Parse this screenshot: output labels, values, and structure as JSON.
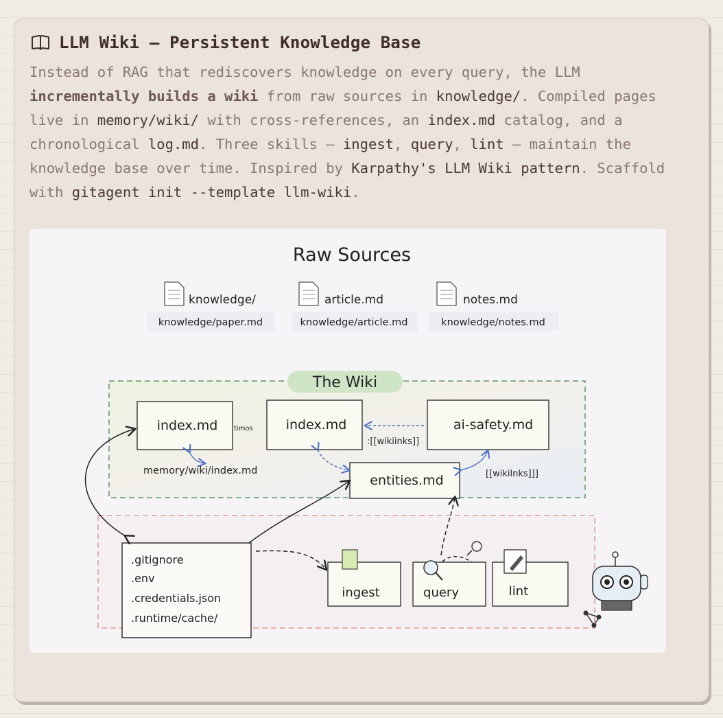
{
  "card": {
    "title": "LLM Wiki — Persistent Knowledge Base",
    "icon": "book-icon",
    "description": {
      "t1": "Instead of RAG that rediscovers knowledge on every query, the LLM ",
      "b1": "incrementally builds a wiki",
      "t2": " from raw sources in ",
      "c1": "knowledge/",
      "t3": ". Compiled pages live in ",
      "c2": "memory/wiki/",
      "t4": " with cross-references, an ",
      "c3": "index.md",
      "t5": " catalog, and a chronological ",
      "c4": "log.md",
      "t6": ". Three skills — ",
      "c5": "ingest",
      "t7": ", ",
      "c6": "query",
      "t8": ", ",
      "c7": "lint",
      "t9": " — maintain the knowledge base over time. Inspired by ",
      "l1": "Karpathy's LLM Wiki pattern",
      "t10": ". Scaffold with ",
      "c8": "gitagent init --template llm-wiki",
      "t11": "."
    }
  },
  "diagram": {
    "title": "Raw Sources",
    "sources": [
      {
        "name": "knowledge/",
        "path": "knowledge/paper.md",
        "icon": "document-icon"
      },
      {
        "name": "article.md",
        "path": "knowledge/article.md",
        "icon": "document-icon"
      },
      {
        "name": "notes.md",
        "path": "knowledge/notes.md",
        "icon": "document-icon"
      }
    ],
    "wiki_label": "The Wiki",
    "pages": {
      "index_left": "index.md",
      "index_mid": "index.md",
      "ai_safety": "ai-safety.md",
      "entities": "entities.md"
    },
    "small_labels": {
      "timos": "timos",
      "wikilinks_mid": ":[[wikiinks]]",
      "wikilinks_right": "[[wikilnks]]]",
      "memory_path": "memory/wiki/index.md"
    },
    "ignored_files": [
      ".gitignore",
      ".env",
      ".credentials.json",
      ".runtime/cache/"
    ],
    "skills": [
      {
        "label": "ingest",
        "icon": "document-icon"
      },
      {
        "label": "query",
        "icon": "magnifier-icon"
      },
      {
        "label": "lint",
        "icon": "pencil-icon"
      }
    ],
    "robot_icon": "robot-icon",
    "colors": {
      "wiki_border": "#3d8a4a",
      "wiki_pill": "#cfe6c6",
      "private_border": "#d98a80",
      "link_arrow": "#4a6fc8",
      "link_text": "#5a74d6"
    }
  }
}
